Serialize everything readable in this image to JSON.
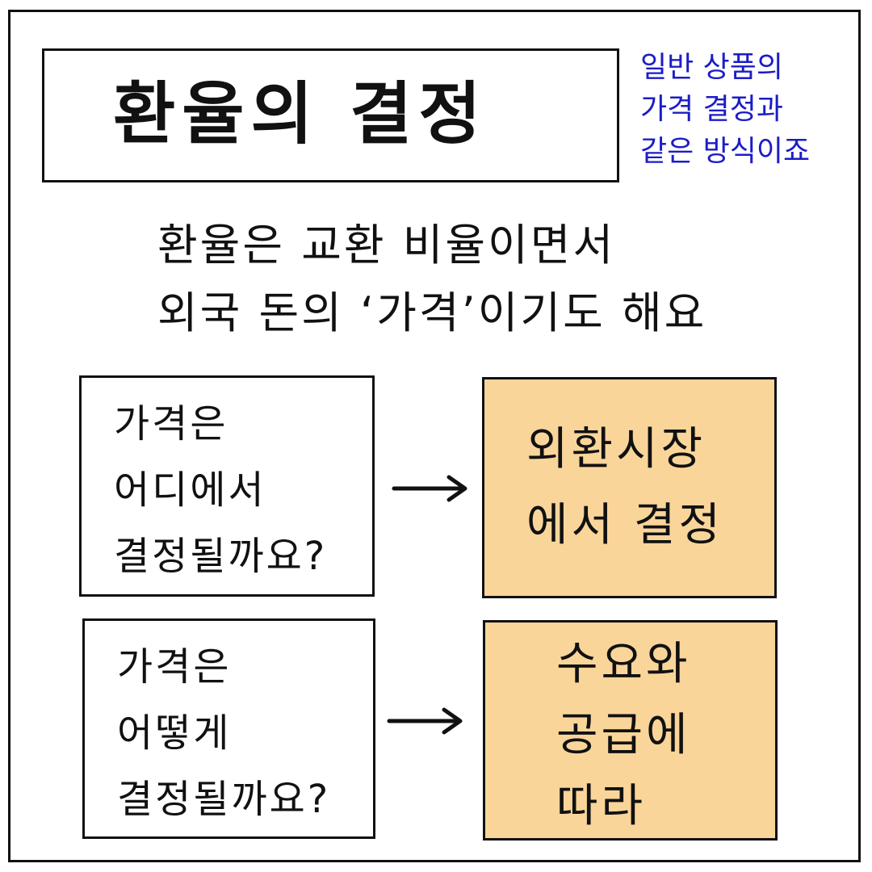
{
  "title": "환율의 결정",
  "side_note": {
    "lines": [
      "일반 상품의",
      "가격 결정과",
      "같은 방식이죠"
    ],
    "color": "#1c1cc8"
  },
  "intro": {
    "lines": [
      "환율은 교환 비율이면서",
      "외국 돈의 ‘가격’이기도 해요"
    ]
  },
  "rows": [
    {
      "question": [
        "가격은",
        "어디에서",
        "결정될까요?"
      ],
      "answer": [
        "외환시장",
        "에서 결정"
      ]
    },
    {
      "question": [
        "가격은",
        "어떻게",
        "결정될까요?"
      ],
      "answer": [
        "수요와",
        "공급에",
        "따라"
      ]
    }
  ],
  "colors": {
    "answer_fill": "#fad59a",
    "ink": "#111111"
  }
}
